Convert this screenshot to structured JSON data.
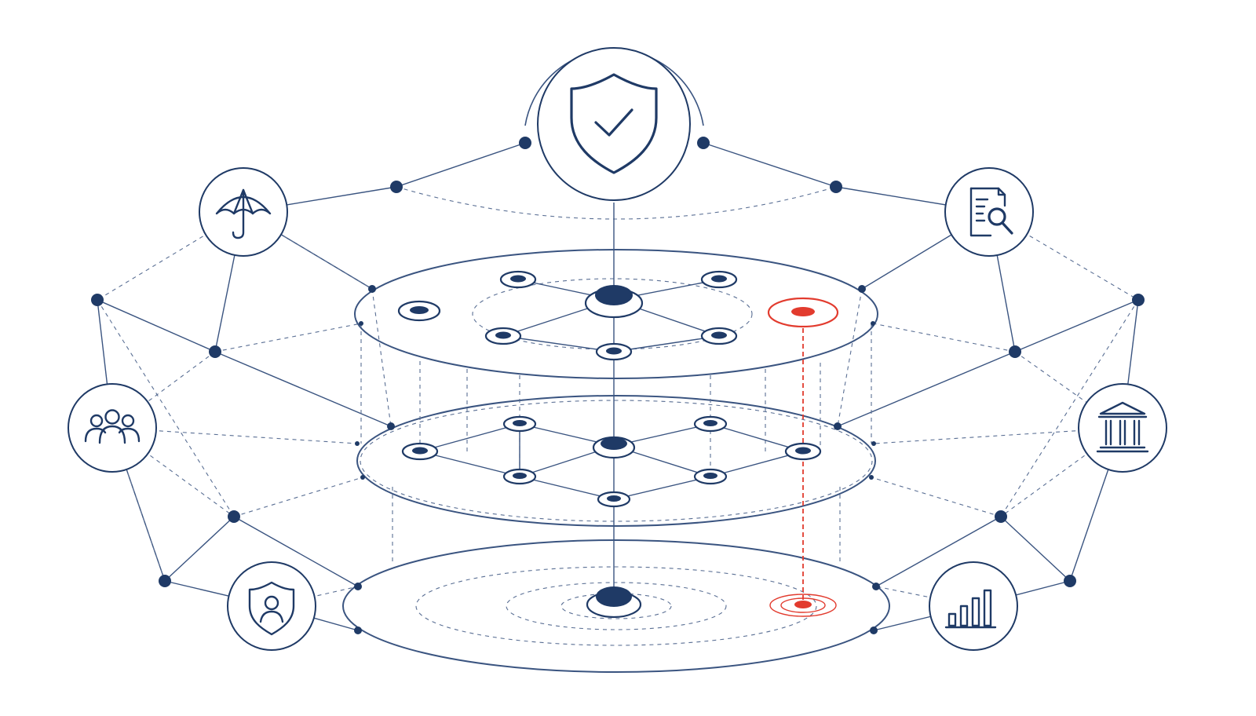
{
  "colors": {
    "navy": "#1f3a66",
    "line": "#3a5480",
    "alert": "#e23b2e",
    "background": "#ffffff"
  },
  "central_icon": "shield-check-icon",
  "layers": [
    "top-layer",
    "middle-layer",
    "base-layer"
  ],
  "alert_node": {
    "present": true,
    "layers_linked": [
      "top-layer",
      "base-layer"
    ]
  },
  "satellites": [
    {
      "name": "umbrella-icon",
      "side": "left"
    },
    {
      "name": "users-group-icon",
      "side": "left"
    },
    {
      "name": "shield-user-icon",
      "side": "left"
    },
    {
      "name": "document-search-icon",
      "side": "right"
    },
    {
      "name": "bank-icon",
      "side": "right"
    },
    {
      "name": "bar-chart-icon",
      "side": "right"
    }
  ]
}
